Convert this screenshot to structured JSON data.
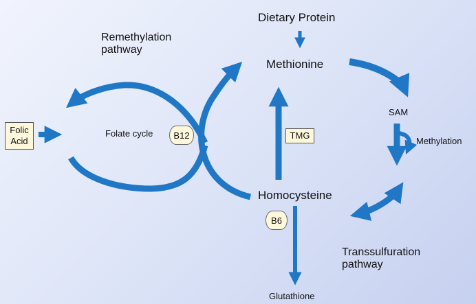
{
  "colors": {
    "arrow": "#1f77c6",
    "box_fill": "#fdf8dc"
  },
  "labels": {
    "dietary_protein": "Dietary Protein",
    "methionine": "Methionine",
    "remethylation": "Remethylation pathway",
    "folate_cycle": "Folate cycle",
    "folic_acid": "Folic Acid",
    "b12": "B12",
    "tmg": "TMG",
    "sam": "SAM",
    "methylation": "Methylation",
    "homocysteine": "Homocysteine",
    "b6": "B6",
    "transsulfuration": "Transsulfuration pathway",
    "glutathione": "Glutathione"
  }
}
